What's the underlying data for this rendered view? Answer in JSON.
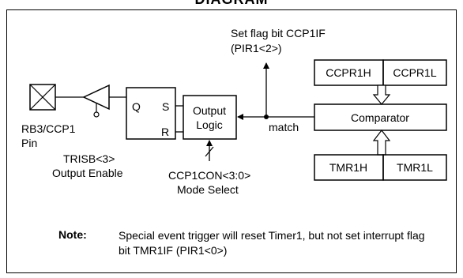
{
  "title": "DIAGRAM",
  "set_flag_line1": "Set flag bit CCP1IF",
  "set_flag_line2": "(PIR1<2>)",
  "ccpr1h": "CCPR1H",
  "ccpr1l": "CCPR1L",
  "comparator": "Comparator",
  "tmr1h": "TMR1H",
  "tmr1l": "TMR1L",
  "match": "match",
  "output_logic_line1": "Output",
  "output_logic_line2": "Logic",
  "latch_q": "Q",
  "latch_s": "S",
  "latch_r": "R",
  "pin_line1": "RB3/CCP1",
  "pin_line2": "Pin",
  "trisb_line1": "TRISB<3>",
  "trisb_line2": "Output Enable",
  "ccp1con_line1": "CCP1CON<3:0>",
  "ccp1con_line2": "Mode Select",
  "note_label": "Note:",
  "note_text": "Special event trigger will reset Timer1, but not set interrupt flag bit TMR1IF (PIR1<0>)"
}
